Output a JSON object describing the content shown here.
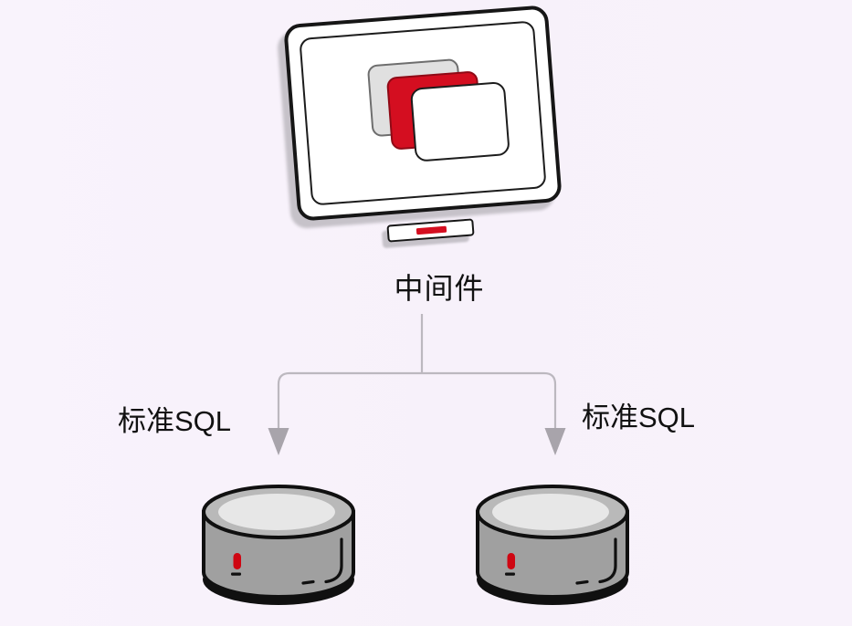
{
  "diagram": {
    "title": "middleware-to-databases-architecture",
    "middleware": {
      "label": "中间件",
      "icon": "monitor-with-stacked-windows"
    },
    "connections": {
      "left": {
        "label": "标准SQL",
        "target": "database-left"
      },
      "right": {
        "label": "标准SQL",
        "target": "database-right"
      }
    },
    "databases": {
      "left": {
        "icon": "database-cylinder"
      },
      "right": {
        "icon": "database-cylinder"
      }
    },
    "colors": {
      "background": "#f8f2fb",
      "accent_red": "#d40e20",
      "outline_black": "#161616",
      "connector_gray": "#bcb8bf",
      "arrow_gray": "#a8a4ab",
      "shadow_gray": "#c6c2c9",
      "card_gray": "#e0e0e0",
      "cylinder_body": "#a0a0a0",
      "cylinder_top_ring": "#b9b9b9",
      "cylinder_top_inner": "#e7e7e7"
    }
  }
}
